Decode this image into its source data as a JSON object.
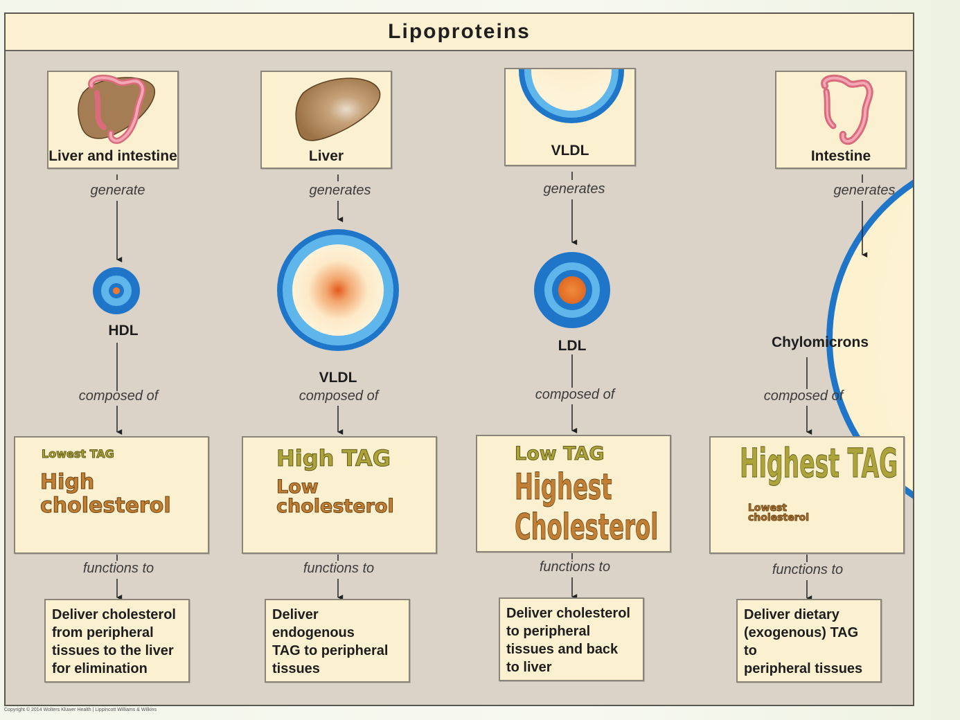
{
  "title": "Lipoproteins",
  "columns": [
    {
      "source": "Liver and intestine",
      "verb": "generate",
      "particle": "HDL",
      "composed": "composed of",
      "tag_text": "Lowest TAG",
      "chol_line1": "High",
      "chol_line2": "cholesterol",
      "functions": "functions to",
      "function_lines": [
        "Deliver cholesterol",
        "from peripheral",
        "tissues to the liver",
        "for elimination"
      ]
    },
    {
      "source": "Liver",
      "verb": "generates",
      "particle": "VLDL",
      "composed": "composed of",
      "tag_text": "High TAG",
      "chol_line1": "Low",
      "chol_line2": "cholesterol",
      "functions": "functions to",
      "function_lines": [
        "Deliver endogenous",
        "TAG to peripheral",
        "tissues"
      ]
    },
    {
      "source": "VLDL",
      "verb": "generates",
      "particle": "LDL",
      "composed": "composed of",
      "tag_text": "Low TAG",
      "chol_line1": "Highest",
      "chol_line2": "Cholesterol",
      "functions": "functions to",
      "function_lines": [
        "Deliver cholesterol",
        "to peripheral",
        "tissues and back",
        "to liver"
      ]
    },
    {
      "source": "Intestine",
      "verb": "generates",
      "particle": "Chylomicrons",
      "composed": "composed of",
      "tag_text": "Highest TAG",
      "chol_line1": "Lowest",
      "chol_line2": "cholesterol",
      "functions": "functions to",
      "function_lines": [
        "Deliver dietary",
        "(exogenous) TAG to",
        "peripheral tissues"
      ]
    }
  ],
  "copyright": "Copyright © 2014 Wolters Kluwer Health | Lippincott Williams & Wilkins",
  "colors": {
    "panel": "#dcd3c8",
    "box": "#fbf0cf",
    "shell_blue": "#1f76c9",
    "ring_light": "#5eb6ea",
    "core_orange": "#e5692a",
    "tag_gold": "#aca43a",
    "chol_orange": "#c07f35"
  },
  "icons": [
    "liver-intestine-icon",
    "liver-icon",
    "vldl-icon",
    "intestine-icon"
  ]
}
